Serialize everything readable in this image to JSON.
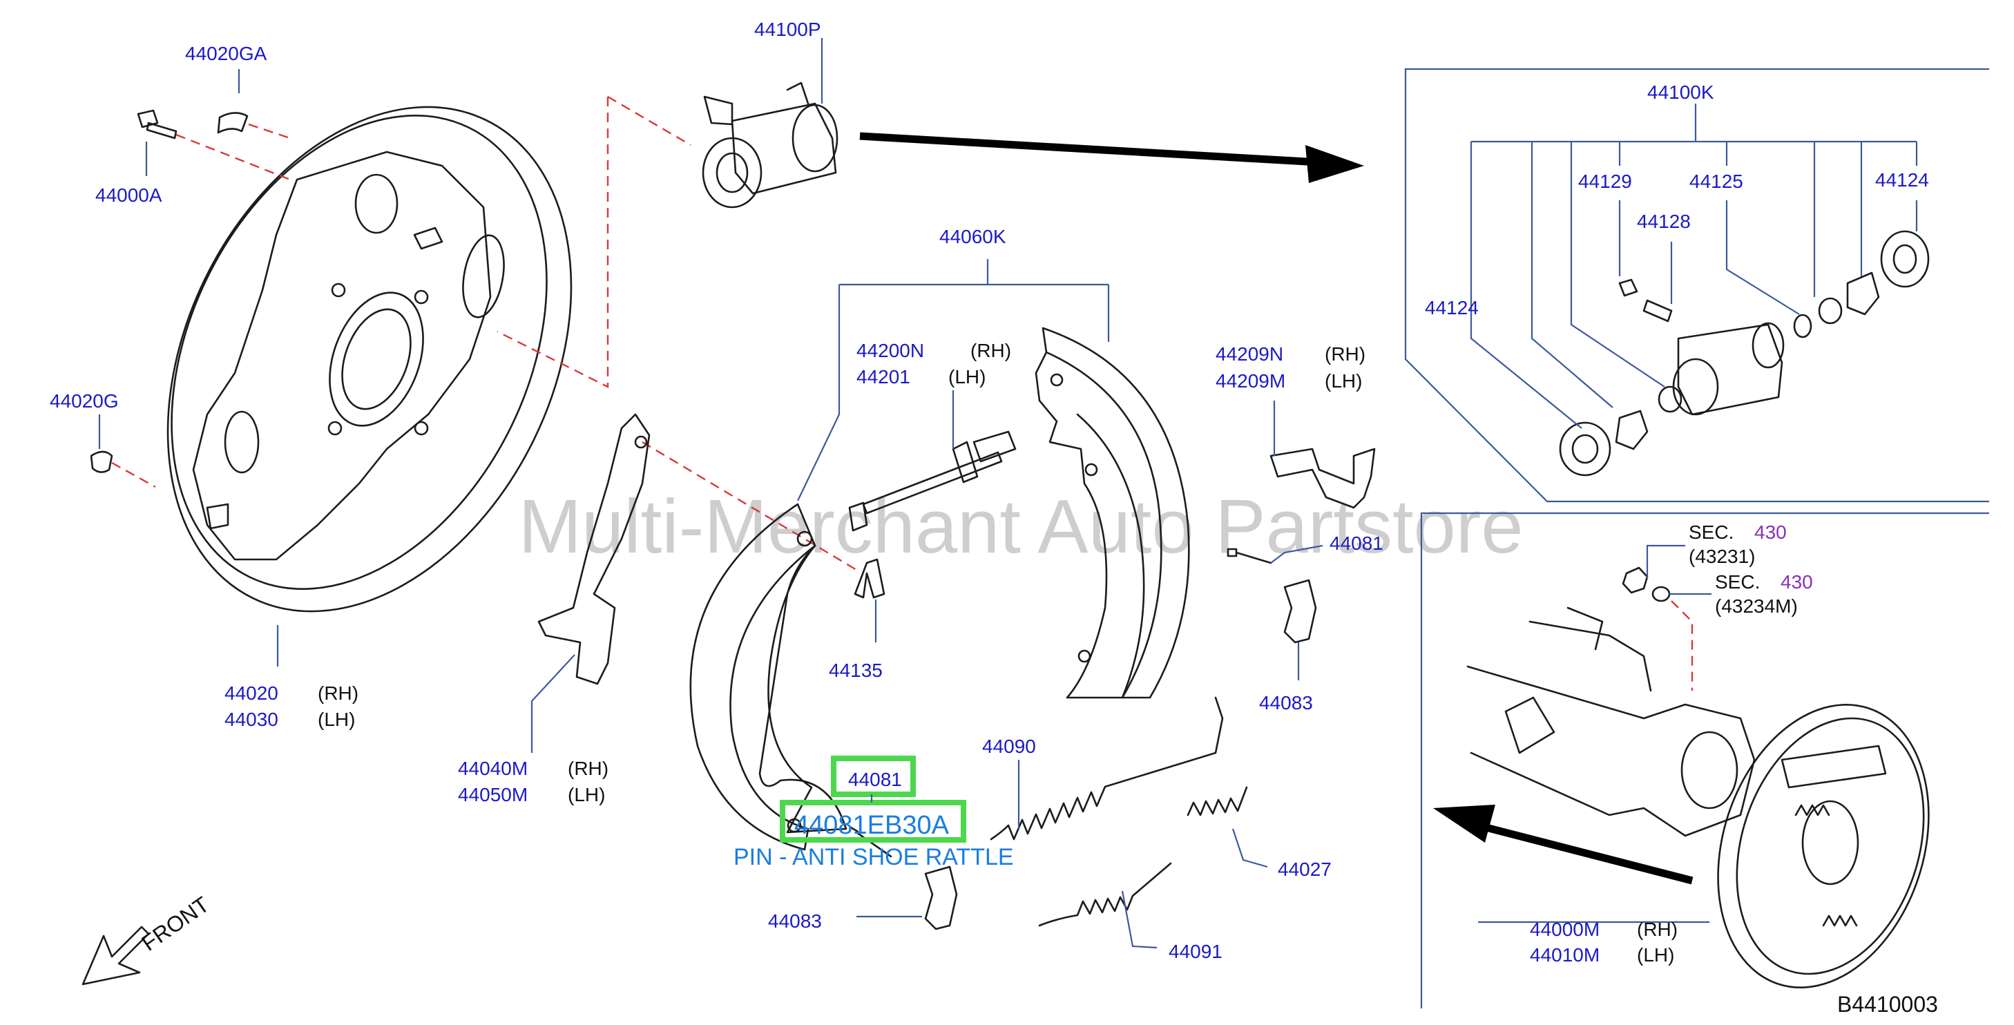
{
  "watermark": "Multi-Merchant Auto Partstore",
  "diagram_code": "B4410003",
  "front_label": "FRONT",
  "highlight": {
    "part": "44081",
    "code": "44081EB30A",
    "description": "PIN - ANTI SHOE RATTLE"
  },
  "colors": {
    "label": "#1a1ac8",
    "highlight": "#4cd84c",
    "dash_line": "#d83a3a",
    "leader": "#3a5a9a"
  },
  "labels": {
    "p44020GA": "44020GA",
    "p44100P": "44100P",
    "p44000A": "44000A",
    "p44020G": "44020G",
    "p44060K": "44060K",
    "p44200N": "44200N",
    "p44200N_side": "(RH)",
    "p44201": "44201",
    "p44201_side": "(LH)",
    "p44209N": "44209N",
    "p44209N_side": "(RH)",
    "p44209M": "44209M",
    "p44209M_side": "(LH)",
    "p44081": "44081",
    "p44135": "44135",
    "p44083_upper": "44083",
    "p44083_lower": "44083",
    "p44090": "44090",
    "p44027": "44027",
    "p44091": "44091",
    "p44020": "44020",
    "p44020_side": "(RH)",
    "p44030": "44030",
    "p44030_side": "(LH)",
    "p44040M": "44040M",
    "p44040M_side": "(RH)",
    "p44050M": "44050M",
    "p44050M_side": "(LH)",
    "p44100K": "44100K",
    "p44129": "44129",
    "p44125": "44125",
    "p44124_right": "44124",
    "p44124_left": "44124",
    "p44128": "44128",
    "sec1_prefix": "SEC.",
    "sec1_num": "430",
    "sec1_ref": "(43231)",
    "sec2_prefix": "SEC.",
    "sec2_num": "430",
    "sec2_ref": "(43234M)",
    "p44000M": "44000M",
    "p44000M_side": "(RH)",
    "p44010M": "44010M",
    "p44010M_side": "(LH)"
  },
  "icons": [
    "front-arrow-icon",
    "drum-brake-assembly-icon",
    "wheel-cylinder-icon"
  ]
}
